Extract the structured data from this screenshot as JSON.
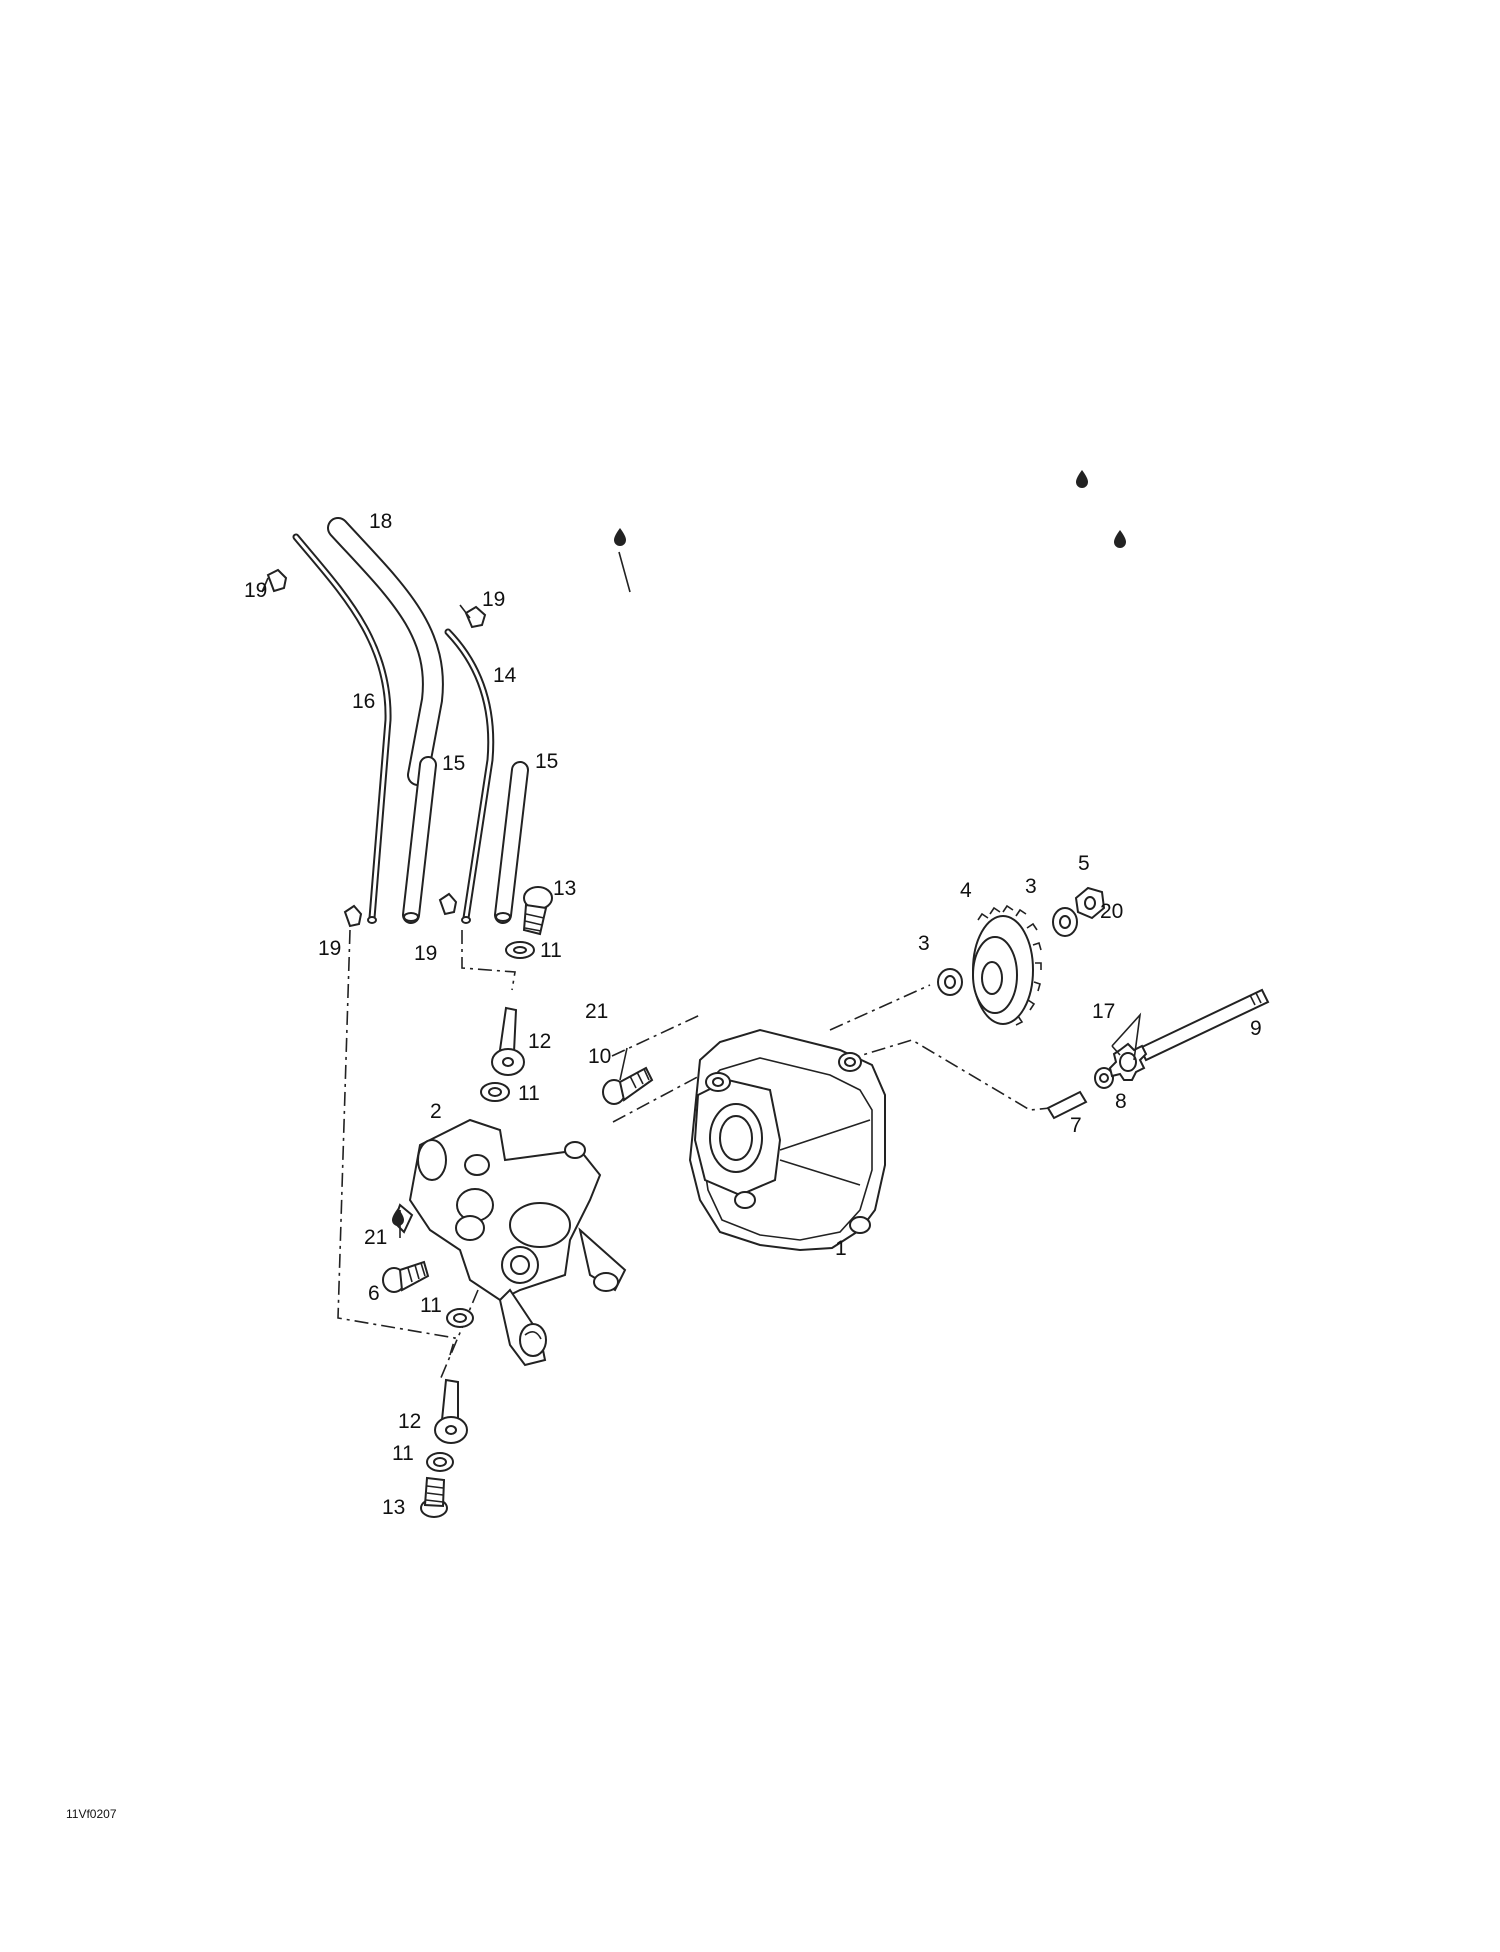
{
  "diagram": {
    "reference_code": "11Vf0207",
    "callouts": [
      {
        "id": "c1",
        "text": "1"
      },
      {
        "id": "c2",
        "text": "2"
      },
      {
        "id": "c3a",
        "text": "3"
      },
      {
        "id": "c3b",
        "text": "3"
      },
      {
        "id": "c4",
        "text": "4"
      },
      {
        "id": "c5",
        "text": "5"
      },
      {
        "id": "c6",
        "text": "6"
      },
      {
        "id": "c7",
        "text": "7"
      },
      {
        "id": "c8",
        "text": "8"
      },
      {
        "id": "c9",
        "text": "9"
      },
      {
        "id": "c10",
        "text": "10"
      },
      {
        "id": "c11a",
        "text": "11"
      },
      {
        "id": "c11b",
        "text": "11"
      },
      {
        "id": "c11c",
        "text": "11"
      },
      {
        "id": "c11d",
        "text": "11"
      },
      {
        "id": "c12a",
        "text": "12"
      },
      {
        "id": "c12b",
        "text": "12"
      },
      {
        "id": "c13a",
        "text": "13"
      },
      {
        "id": "c13b",
        "text": "13"
      },
      {
        "id": "c14",
        "text": "14"
      },
      {
        "id": "c15a",
        "text": "15"
      },
      {
        "id": "c15b",
        "text": "15"
      },
      {
        "id": "c16",
        "text": "16"
      },
      {
        "id": "c17",
        "text": "17"
      },
      {
        "id": "c18",
        "text": "18"
      },
      {
        "id": "c19a",
        "text": "19"
      },
      {
        "id": "c19b",
        "text": "19"
      },
      {
        "id": "c19c",
        "text": "19"
      },
      {
        "id": "c19d",
        "text": "19"
      },
      {
        "id": "c20",
        "text": "20"
      },
      {
        "id": "c21a",
        "text": "21"
      },
      {
        "id": "c21b",
        "text": "21"
      }
    ]
  }
}
